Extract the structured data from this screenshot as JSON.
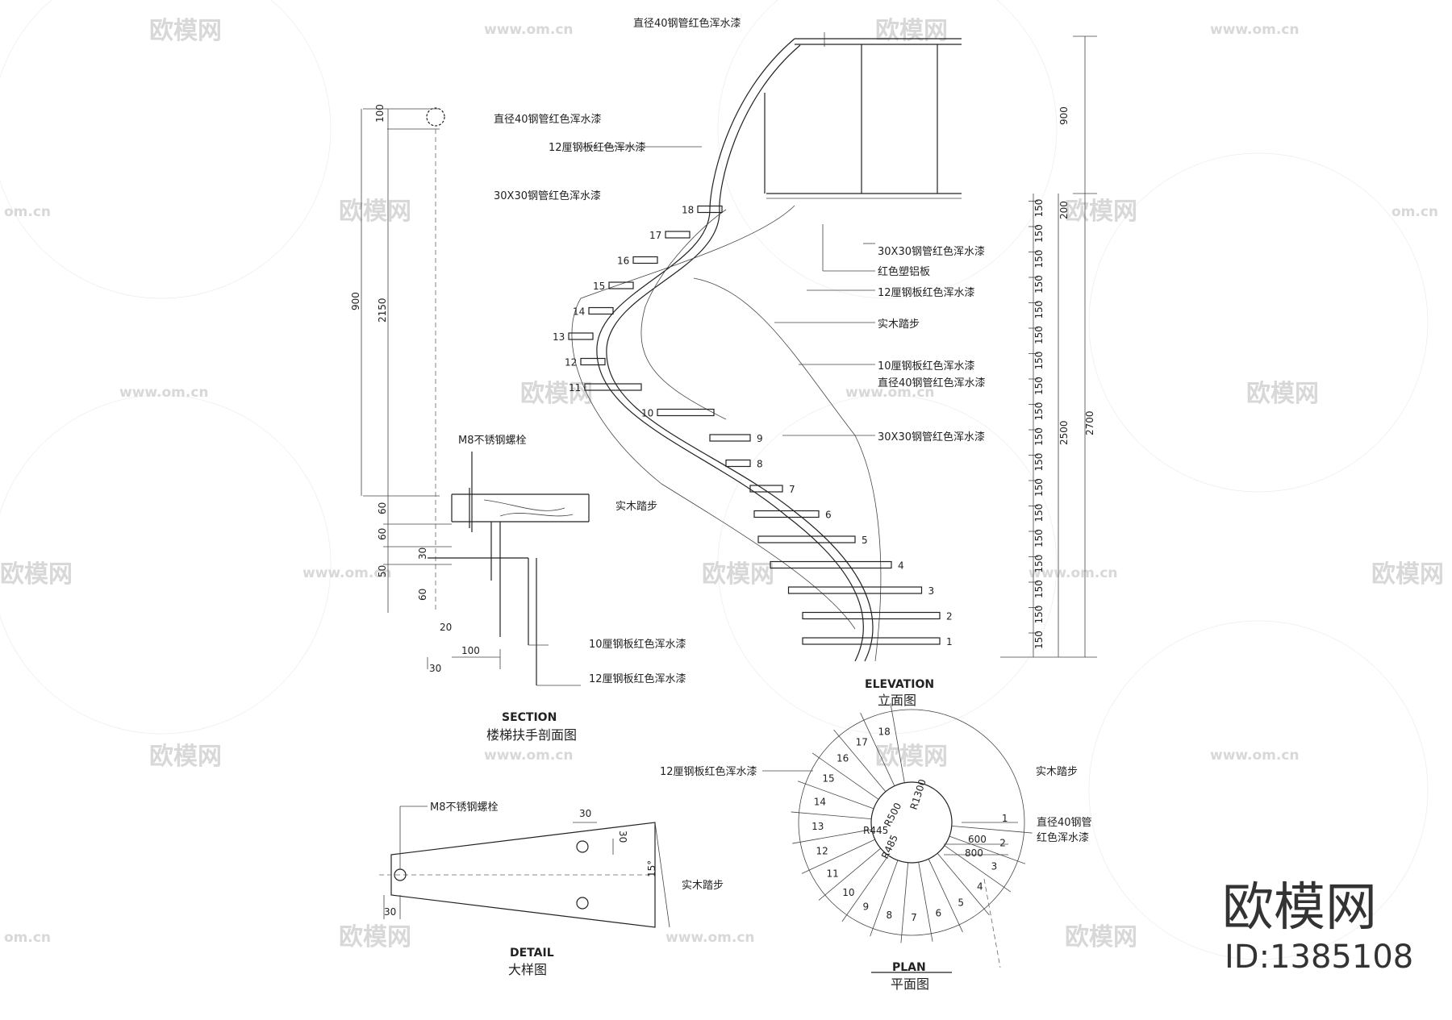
{
  "watermarks": {
    "brand_text": "欧模网",
    "url_text": "www.om.cn",
    "url_short": "om.cn"
  },
  "branding": {
    "logo_text": "欧模网",
    "id_text": "ID:1385108"
  },
  "section": {
    "title_en": "SECTION",
    "title_cn": "楼梯扶手剖面图",
    "labels": {
      "tube40": "直径40钢管红色浑水漆",
      "plate12": "12厘钢板红色浑水漆",
      "tube30": "30X30钢管红色浑水漆",
      "bolt": "M8不锈钢螺栓",
      "wood_tread": "实木踏步",
      "plate10_bottom": "10厘钢板红色浑水漆",
      "plate12_bottom": "12厘钢板红色浑水漆"
    },
    "dims": {
      "d100": "100",
      "d2150": "2150",
      "d900": "900",
      "d60a": "60",
      "d60b": "60",
      "d50": "50",
      "d30v": "30",
      "d60c": "60",
      "d20": "20",
      "d100h": "100",
      "d30h": "30"
    }
  },
  "elevation": {
    "title_en": "ELEVATION",
    "title_cn": "立面图",
    "top_label": "直径40钢管红色浑水漆",
    "labels": {
      "tube30_a": "30X30钢管红色浑水漆",
      "al_panel": "红色塑铝板",
      "plate12": "12厘钢板红色浑水漆",
      "wood_tread": "实木踏步",
      "plate10": "10厘钢板红色浑水漆",
      "tube40": "直径40钢管红色浑水漆",
      "tube30_b": "30X30钢管红色浑水漆"
    },
    "step_numbers": [
      "1",
      "2",
      "3",
      "4",
      "5",
      "6",
      "7",
      "8",
      "9",
      "10",
      "11",
      "12",
      "13",
      "14",
      "15",
      "16",
      "17",
      "18"
    ],
    "riser_dims": [
      "150",
      "150",
      "150",
      "150",
      "150",
      "150",
      "150",
      "150",
      "150",
      "150",
      "150",
      "150",
      "150",
      "150",
      "150",
      "150",
      "150",
      "150"
    ],
    "dims": {
      "d200": "200",
      "d900": "900",
      "d2500": "2500",
      "d2700": "2700"
    }
  },
  "detail": {
    "title_en": "DETAIL",
    "title_cn": "大样图",
    "labels": {
      "bolt": "M8不锈钢螺栓",
      "wood_tread": "实木踏步"
    },
    "dims": {
      "d30a": "30",
      "d30b": "30",
      "d30c": "30",
      "angle": "15°"
    }
  },
  "plan": {
    "title_en": "PLAN",
    "title_cn": "平面图",
    "labels": {
      "plate12": "12厘钢板红色浑水漆",
      "wood_tread": "实木踏步",
      "tube40_l1": "直径40钢管",
      "tube40_l2": "红色浑水漆"
    },
    "radii": {
      "r500": "R500",
      "r1300": "R1300",
      "r445": "R445",
      "r485": "R485"
    },
    "dims": {
      "d600": "600",
      "d800": "800"
    },
    "step_numbers": [
      "1",
      "2",
      "3",
      "4",
      "5",
      "6",
      "7",
      "8",
      "9",
      "10",
      "11",
      "12",
      "13",
      "14",
      "15",
      "16",
      "17",
      "18"
    ]
  }
}
